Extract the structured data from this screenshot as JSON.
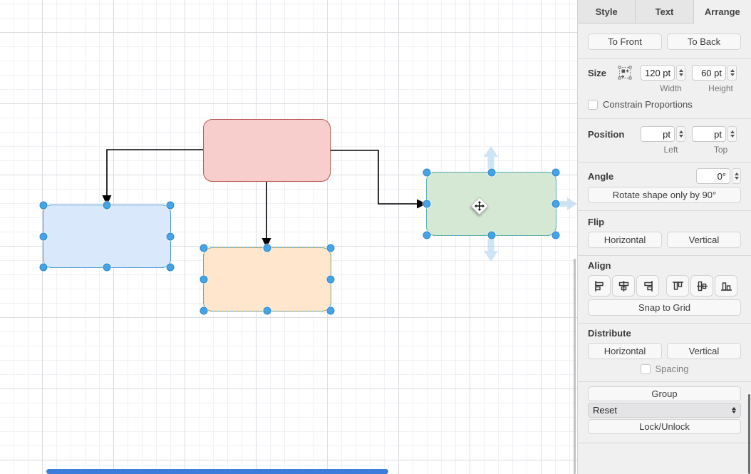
{
  "panel": {
    "tabs": [
      {
        "label": "Style"
      },
      {
        "label": "Text"
      },
      {
        "label": "Arrange"
      }
    ],
    "order": {
      "to_front": "To Front",
      "to_back": "To Back"
    },
    "size": {
      "label": "Size",
      "autosize_icon": "autosize-icon",
      "width_value": "120 pt",
      "height_value": "60 pt",
      "width_label": "Width",
      "height_label": "Height",
      "constrain_label": "Constrain Proportions"
    },
    "position": {
      "label": "Position",
      "left_value": "pt",
      "top_value": "pt",
      "left_label": "Left",
      "top_label": "Top"
    },
    "angle": {
      "label": "Angle",
      "value": "0°",
      "rotate_label": "Rotate shape only by 90°"
    },
    "flip": {
      "label": "Flip",
      "horizontal": "Horizontal",
      "vertical": "Vertical"
    },
    "align": {
      "label": "Align",
      "snap_label": "Snap to Grid",
      "icons": [
        "align-left-icon",
        "align-center-horizontal-icon",
        "align-right-icon",
        "align-top-icon",
        "align-middle-vertical-icon",
        "align-bottom-icon"
      ]
    },
    "distribute": {
      "label": "Distribute",
      "horizontal": "Horizontal",
      "vertical": "Vertical",
      "spacing_label": "Spacing"
    },
    "actions": {
      "group": "Group",
      "reset": "Reset",
      "lock": "Lock/Unlock"
    }
  },
  "canvas": {
    "selection_color": "#3ba7e0",
    "handle_color": "#45a3e6",
    "connector_color": "#000000",
    "direction_arrow_color": "#a8cdec",
    "grid_minor_color": "#f1f1f6",
    "grid_major_color": "#dcdce1",
    "shapes": [
      {
        "name": "red-rounded-rectangle",
        "fill": "#f8cecc",
        "stroke": "#b85450",
        "selected": false
      },
      {
        "name": "blue-rounded-rectangle",
        "fill": "#dae8fc",
        "stroke": "#6c8ebf",
        "selected": true
      },
      {
        "name": "orange-rounded-rectangle",
        "fill": "#ffe6cc",
        "stroke": "#d79b00",
        "selected": true
      },
      {
        "name": "green-rounded-rectangle",
        "fill": "#d5e8d4",
        "stroke": "#82b366",
        "selected": true
      }
    ],
    "scrollbars": {
      "horizontal_color": "#3c7ddc",
      "vertical_color": "#c0c0c4"
    }
  }
}
